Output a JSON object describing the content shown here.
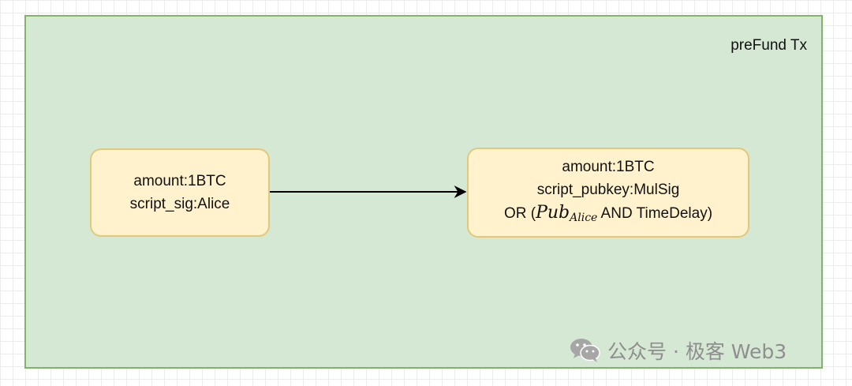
{
  "diagram": {
    "container": {
      "title": "preFund Tx"
    },
    "left_node": {
      "line1": "amount:1BTC",
      "line2": "script_sig:Alice"
    },
    "right_node": {
      "line1": "amount:1BTC",
      "line2": "script_pubkey:MulSig",
      "line3_prefix": "OR (",
      "math_base": "Pub",
      "math_sub": "Alice",
      "line3_suffix": " AND TimeDelay)"
    },
    "edge": {
      "from": "left_node",
      "to": "right_node"
    }
  },
  "watermark": {
    "icon": "wechat-icon",
    "text": "公众号 · 极客 Web3"
  },
  "colors": {
    "container_fill": "#d5e8d4",
    "container_stroke": "#82b366",
    "node_fill": "#fff2cc",
    "node_stroke": "#e3c879"
  }
}
